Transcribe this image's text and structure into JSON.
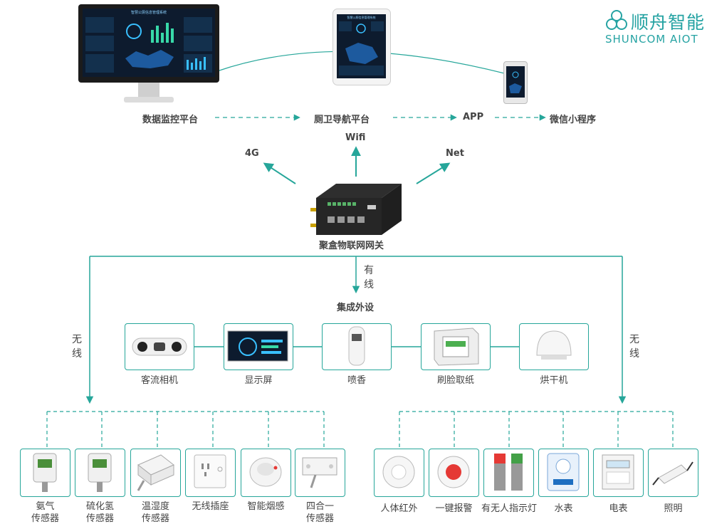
{
  "logo": {
    "cn": "顺舟智能",
    "en": "SHUNCOM AIOT"
  },
  "platforms": [
    "数据监控平台",
    "厕卫导航平台",
    "APP",
    "微信小程序"
  ],
  "screen_titles": {
    "monitor": "智慧公厕信息管理系统",
    "tablet": "智慧公厕信息管理系统"
  },
  "network": {
    "left": "4G",
    "up": "Wifi",
    "right": "Net"
  },
  "gateway_label": "聚盒物联网网关",
  "wired": "有线",
  "wireless": "无线",
  "integrated_title": "集成外设",
  "integrated": [
    "客流相机",
    "显示屏",
    "喷香",
    "刷脸取纸",
    "烘干机"
  ],
  "left_sensors": [
    "氨气\n传感器",
    "硫化氢\n传感器",
    "温湿度\n传感器",
    "无线插座",
    "智能烟感",
    "四合一\n传感器"
  ],
  "right_sensors": [
    "人体红外",
    "一键报警",
    "有无人指示灯",
    "水表",
    "电表",
    "照明"
  ],
  "colors": {
    "teal": "#26a69a",
    "screen": "#0d1b2e"
  }
}
